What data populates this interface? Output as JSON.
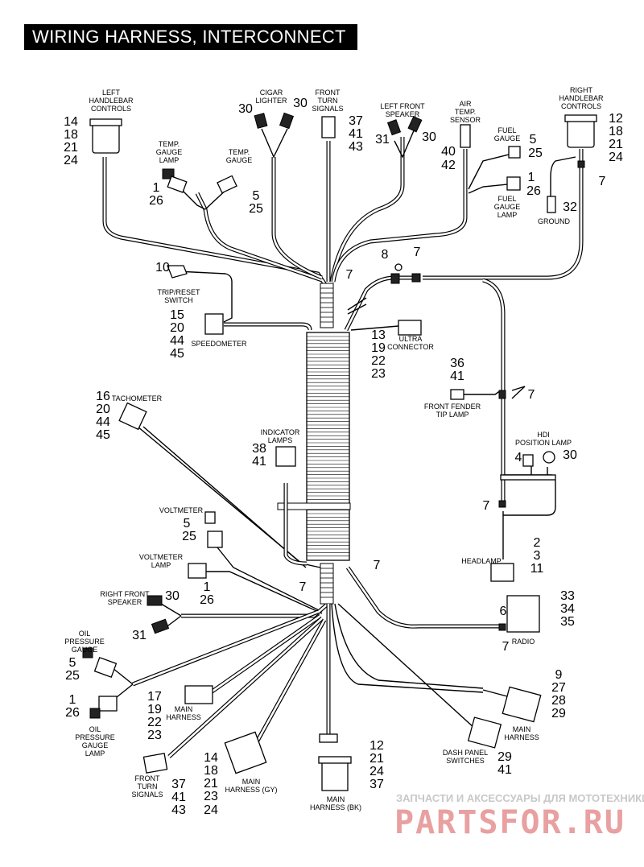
{
  "title": "WIRING HARNESS, INTERCONNECT",
  "watermark": {
    "line1": "ЗАПЧАСТИ И АКСЕССУАРЫ ДЛЯ МОТОТЕХНИКИ",
    "line2": "PARTSFOR.RU"
  },
  "components": {
    "left_handlebar": {
      "l1": "LEFT",
      "l2": "HANDLEBAR",
      "l3": "CONTROLS",
      "refs": [
        "14",
        "18",
        "21",
        "24"
      ]
    },
    "cigar_lighter": {
      "l1": "CIGAR",
      "l2": "LIGHTER",
      "refs": [
        "30",
        "30"
      ]
    },
    "front_turn_top": {
      "l1": "FRONT",
      "l2": "TURN",
      "l3": "SIGNALS",
      "refs": [
        "37",
        "41",
        "43"
      ]
    },
    "left_front_speaker": {
      "l1": "LEFT FRONT",
      "l2": "SPEAKER",
      "refs": [
        "31",
        "30"
      ]
    },
    "air_temp": {
      "l1": "AIR",
      "l2": "TEMP.",
      "l3": "SENSOR",
      "refs": [
        "40",
        "42"
      ]
    },
    "fuel_gauge": {
      "l1": "FUEL",
      "l2": "GAUGE",
      "refs": [
        "5",
        "25"
      ]
    },
    "fuel_gauge_lamp": {
      "l1": "FUEL",
      "l2": "GAUGE",
      "l3": "LAMP",
      "refs": [
        "1",
        "26"
      ]
    },
    "right_handlebar": {
      "l1": "RIGHT",
      "l2": "HANDLEBAR",
      "l3": "CONTROLS",
      "refs": [
        "12",
        "18",
        "21",
        "24"
      ]
    },
    "ground": {
      "label": "GROUND",
      "refs": [
        "32"
      ]
    },
    "temp_gauge_lamp": {
      "l1": "TEMP.",
      "l2": "GAUGE",
      "l3": "LAMP",
      "refs": [
        "1",
        "26"
      ]
    },
    "temp_gauge": {
      "l1": "TEMP.",
      "l2": "GAUGE",
      "refs": [
        "5",
        "25"
      ]
    },
    "trip_reset": {
      "l1": "TRIP/RESET",
      "l2": "SWITCH",
      "refs": [
        "10"
      ]
    },
    "speedometer": {
      "label": "SPEEDOMETER",
      "refs": [
        "15",
        "20",
        "44",
        "45"
      ]
    },
    "ultra_connector": {
      "l1": "ULTRA",
      "l2": "CONNECTOR",
      "refs": [
        "13",
        "19",
        "22",
        "23"
      ]
    },
    "front_fender_tip": {
      "l1": "FRONT FENDER",
      "l2": "TIP LAMP",
      "refs": [
        "36",
        "41"
      ]
    },
    "tachometer": {
      "label": "TACHOMETER",
      "refs": [
        "16",
        "20",
        "44",
        "45"
      ]
    },
    "indicator_lamps": {
      "l1": "INDICATOR",
      "l2": "LAMPS",
      "refs": [
        "38",
        "41"
      ]
    },
    "hdi_position_lamp": {
      "l1": "HDI",
      "l2": "POSITION LAMP",
      "refs": [
        "4",
        "30"
      ]
    },
    "voltmeter": {
      "label": "VOLTMETER",
      "refs": [
        "5",
        "25"
      ]
    },
    "voltmeter_lamp": {
      "l1": "VOLTMETER",
      "l2": "LAMP",
      "refs": [
        "1",
        "26"
      ]
    },
    "headlamp": {
      "label": "HEADLAMP",
      "refs": [
        "2",
        "3",
        "11"
      ]
    },
    "right_front_speaker": {
      "l1": "RIGHT FRONT",
      "l2": "SPEAKER",
      "refs": [
        "30",
        "31"
      ]
    },
    "radio": {
      "label": "RADIO",
      "refs": [
        "6",
        "33",
        "34",
        "35"
      ]
    },
    "oil_pressure_gauge": {
      "l1": "OIL",
      "l2": "PRESSURE",
      "l3": "GAUGE",
      "refs": [
        "5",
        "25"
      ]
    },
    "main_harness_right": {
      "l1": "MAIN",
      "l2": "HARNESS",
      "refs": [
        "9",
        "27",
        "28",
        "29"
      ]
    },
    "main_harness_left": {
      "l1": "MAIN",
      "l2": "HARNESS",
      "refs": [
        "17",
        "19",
        "22",
        "23"
      ]
    },
    "oil_pressure_lamp": {
      "l1": "OIL",
      "l2": "PRESSURE",
      "l3": "GAUGE",
      "l4": "LAMP",
      "refs": [
        "1",
        "26"
      ]
    },
    "dash_panel_switches": {
      "l1": "DASH PANEL",
      "l2": "SWITCHES",
      "refs": [
        "29",
        "41"
      ]
    },
    "front_turn_bottom": {
      "l1": "FRONT",
      "l2": "TURN",
      "l3": "SIGNALS",
      "refs": [
        "37",
        "41",
        "43"
      ]
    },
    "main_harness_gy": {
      "l1": "MAIN",
      "l2": "HARNESS (GY)",
      "refs": [
        "14",
        "18",
        "21",
        "23",
        "24"
      ]
    },
    "main_harness_bk": {
      "l1": "MAIN",
      "l2": "HARNESS (BK)",
      "refs": [
        "12",
        "21",
        "24",
        "37"
      ]
    }
  },
  "tie_refs": {
    "r7a": "7",
    "r7b": "7",
    "r7c": "7",
    "r7d": "7",
    "r7e": "7",
    "r7f": "7",
    "r7g": "7",
    "r7h": "7",
    "r8": "8"
  }
}
